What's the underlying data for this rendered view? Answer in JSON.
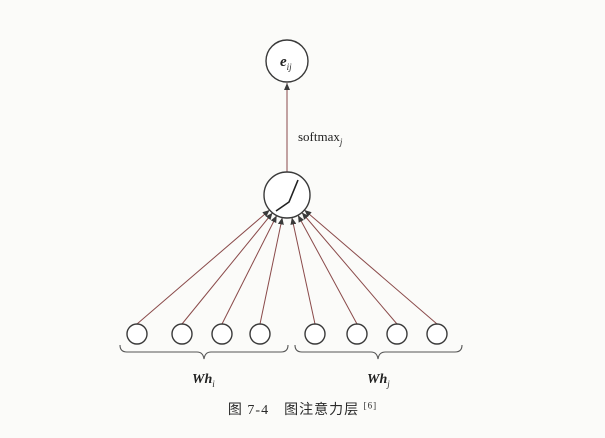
{
  "output_node": {
    "label_main": "e",
    "label_sub": "ij"
  },
  "activation": {
    "label_main": "softmax",
    "label_sub": "j"
  },
  "groups": [
    {
      "label_main": "Wh",
      "label_sub": "i",
      "node_count": 4
    },
    {
      "label_main": "Wh",
      "label_sub": "j",
      "node_count": 4
    }
  ],
  "caption": {
    "text": "图 7-4　图注意力层 ",
    "ref": "[6]"
  },
  "colors": {
    "edge": "#8a4a4a",
    "node_stroke": "#3a3a3a",
    "background": "#fbfbf9"
  }
}
